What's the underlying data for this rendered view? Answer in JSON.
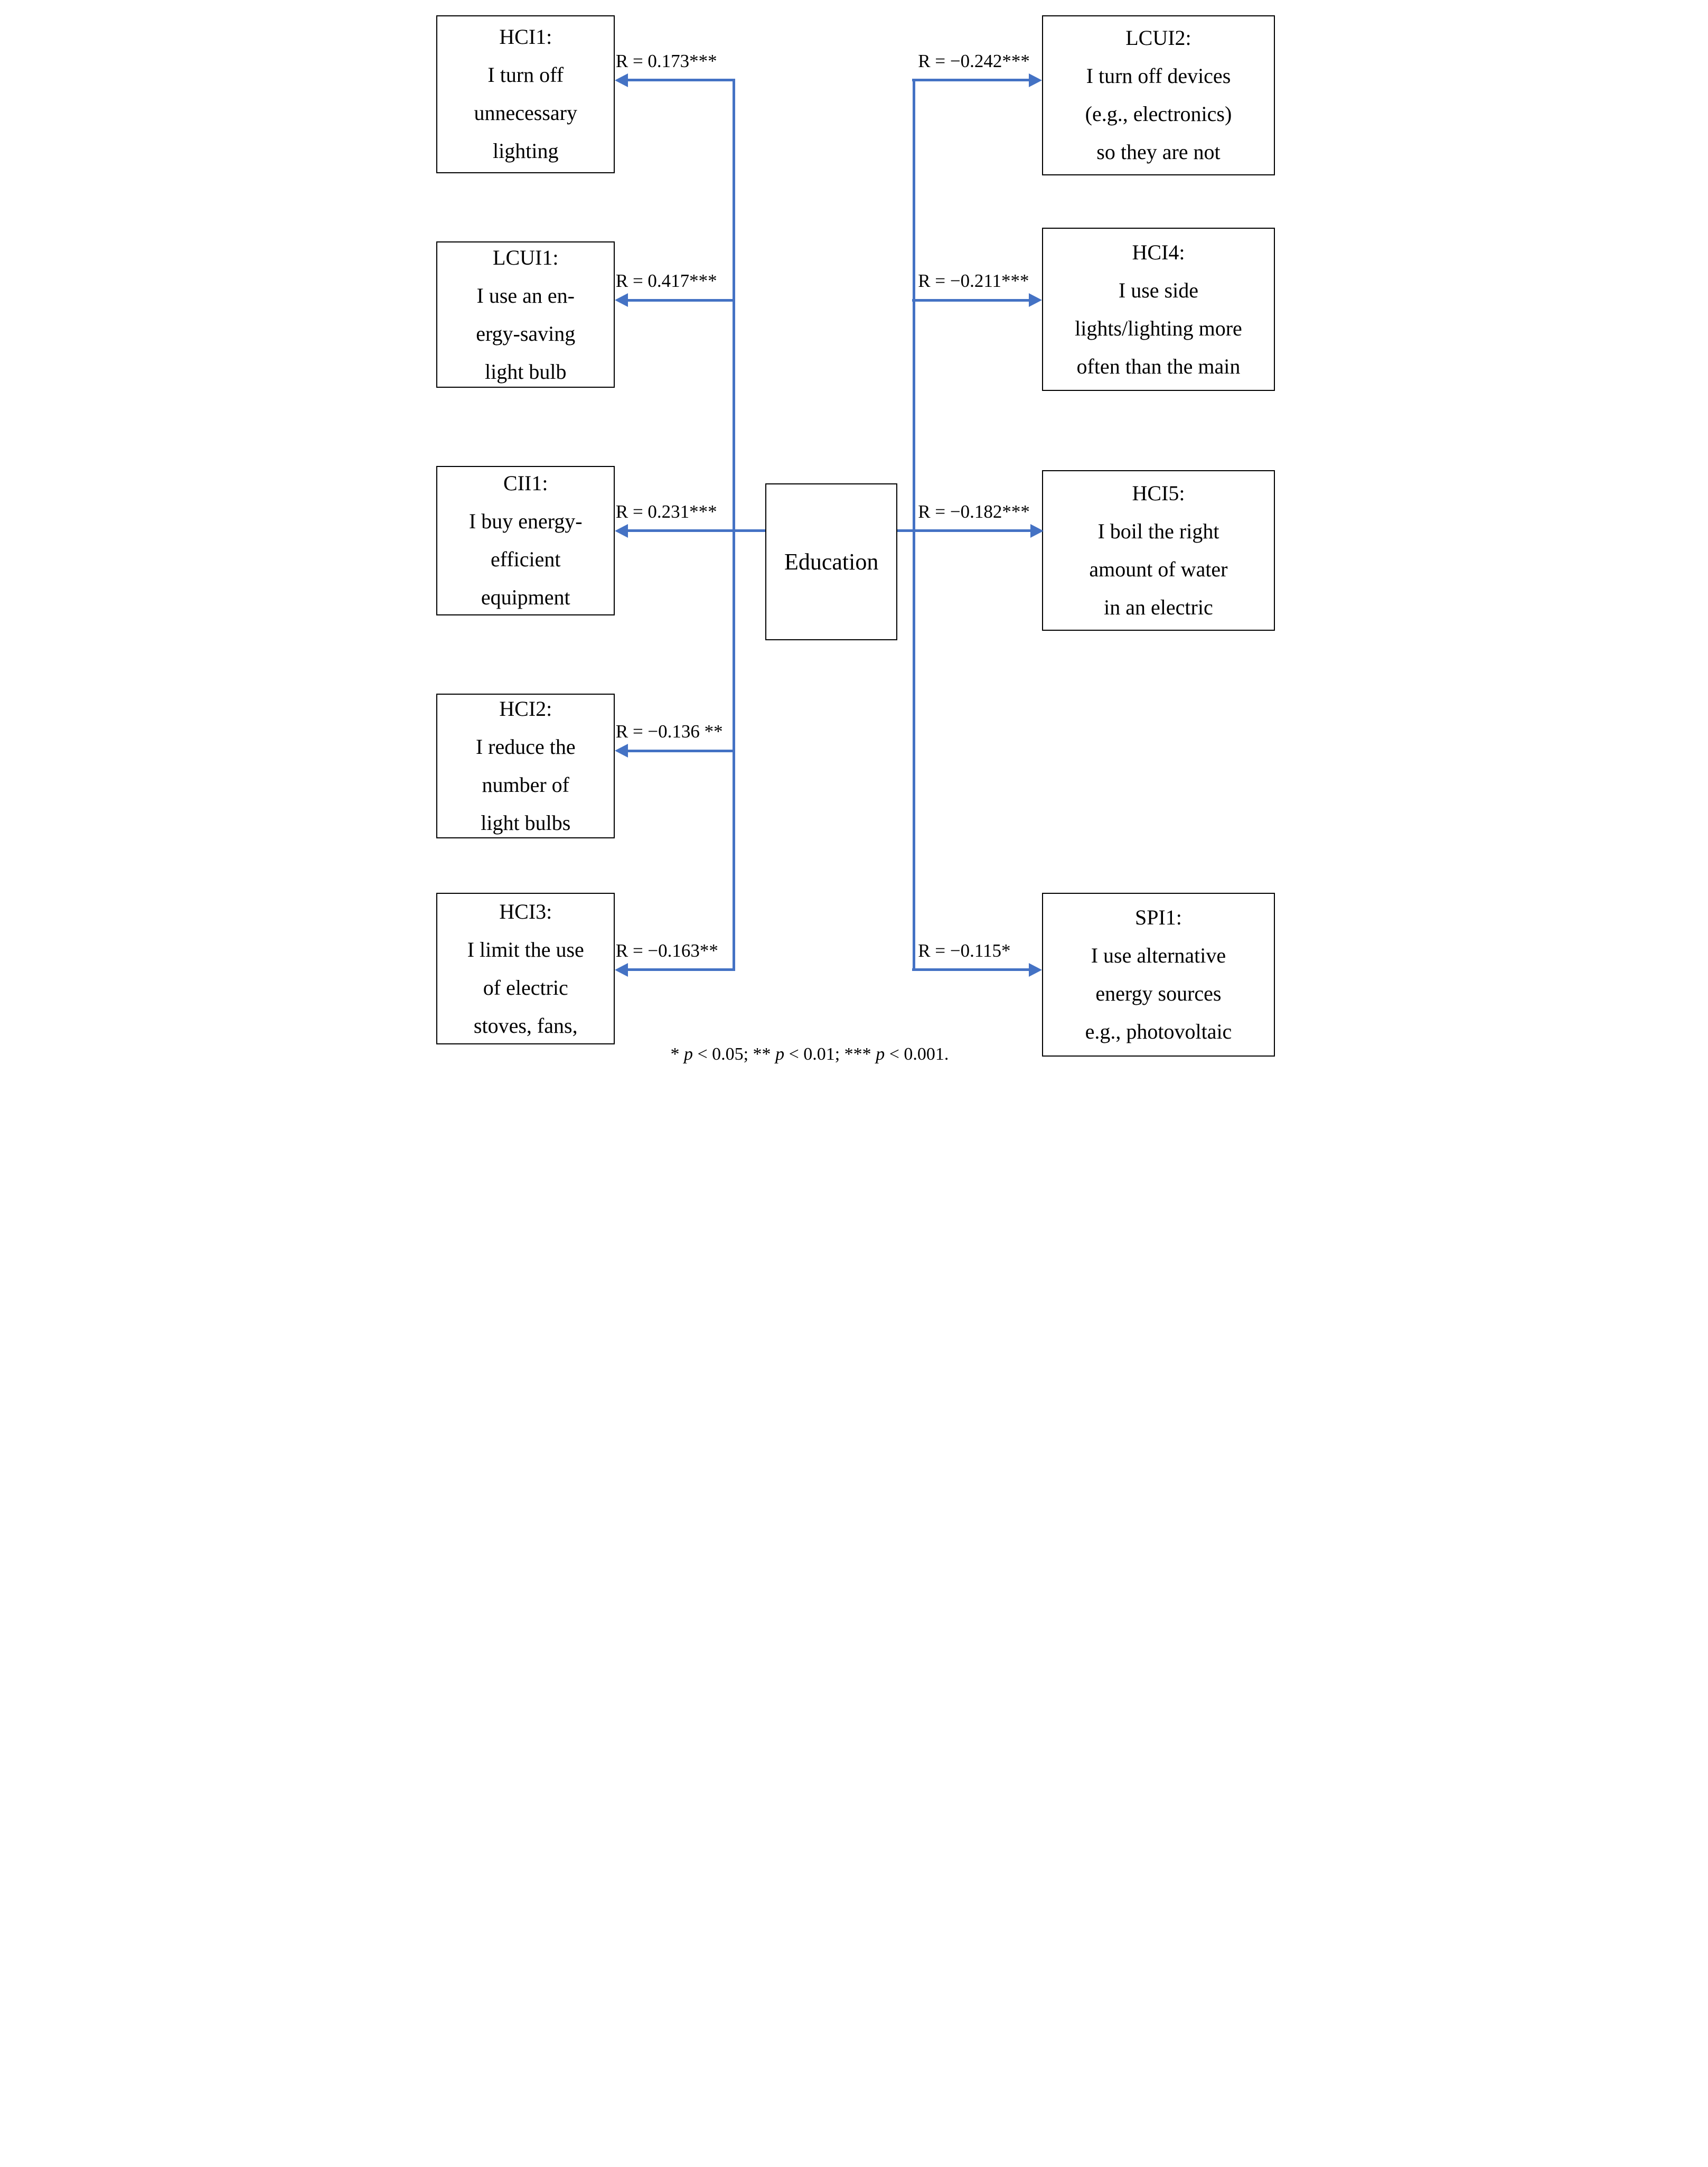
{
  "figure": {
    "center": {
      "label": "Education"
    },
    "left_nodes": [
      {
        "id": "HCI1",
        "lines": [
          "HCI1:",
          "I turn off",
          "unnecessary",
          "lighting"
        ],
        "r": "R = 0.173***"
      },
      {
        "id": "LCUI1",
        "lines": [
          "LCUI1:",
          "I use an en-",
          "ergy-saving",
          "light bulb"
        ],
        "r": "R = 0.417***"
      },
      {
        "id": "CII1",
        "lines": [
          "CII1:",
          "I buy energy-",
          "efficient",
          "equipment"
        ],
        "r": "R = 0.231***"
      },
      {
        "id": "HCI2",
        "lines": [
          "HCI2:",
          "I reduce the",
          "number of",
          "light bulbs"
        ],
        "r": "R = −0.136 **"
      },
      {
        "id": "HCI3",
        "lines": [
          "HCI3:",
          "I limit the use",
          "of electric",
          "stoves, fans,"
        ],
        "r": "R = −0.163**"
      }
    ],
    "right_nodes": [
      {
        "id": "LCUI2",
        "lines": [
          "LCUI2:",
          "I turn off devices",
          "(e.g., electronics)",
          "so they are not"
        ],
        "r": "R = −0.242***"
      },
      {
        "id": "HCI4",
        "lines": [
          "HCI4:",
          "I use side",
          "lights/lighting more",
          "often than the main"
        ],
        "r": "R = −0.211***"
      },
      {
        "id": "HCI5",
        "lines": [
          "HCI5:",
          "I boil the right",
          "amount of water",
          "in an electric"
        ],
        "r": "R = −0.182***"
      },
      {
        "id": "SPI1",
        "lines": [
          "SPI1:",
          "I use alternative",
          "energy sources",
          "e.g., photovoltaic"
        ],
        "r": "R = −0.115*"
      }
    ],
    "note": {
      "seg1": "* ",
      "p1": "p",
      "seg2": " < 0.05; ** ",
      "p2": "p",
      "seg3": " < 0.01; *** ",
      "p3": "p",
      "seg4": " < 0.001."
    },
    "colors": {
      "arrow_blue": "#4472C4",
      "box_border": "#000000",
      "text": "#000000"
    }
  }
}
